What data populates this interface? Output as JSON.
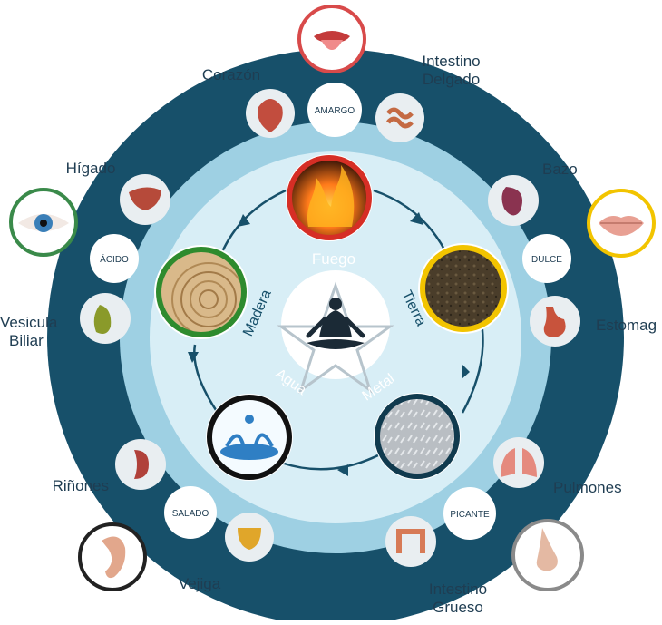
{
  "center": {
    "elements": {
      "fire": "Fuego",
      "earth": "Tierra",
      "metal": "Metal",
      "water": "Agua",
      "wood": "Madera"
    }
  },
  "tastes": {
    "bitter": "AMARGO",
    "sweet": "DULCE",
    "spicy": "PICANTE",
    "salty": "SALADO",
    "sour": "ÁCIDO"
  },
  "organs": {
    "heart": "Corazón",
    "small_intestine_1": "Intestino",
    "small_intestine_2": "Delgado",
    "spleen": "Bazo",
    "stomach": "Estomag",
    "lungs": "Pulmones",
    "large_intestine_1": "Intestino",
    "large_intestine_2": "Grueso",
    "bladder": "Vejiga",
    "kidneys": "Riñones",
    "gallbladder_1": "Vesicula",
    "gallbladder_2": "Biliar",
    "liver": "Hígado"
  },
  "colors": {
    "outer_ring": "#17506a",
    "middle_ring": "#9ed0e3",
    "inner_disc": "#d8eef6",
    "fire_ring": "#d62e25",
    "earth_ring": "#f2c400",
    "metal_ring": "#103a4e",
    "water_ring": "#111111",
    "wood_ring": "#2e8b2e",
    "sense_tongue": "#d84a4a",
    "sense_lips": "#f2c400",
    "sense_nose": "#8a8a8a",
    "sense_ear": "#222222",
    "sense_eye": "#3a8a4a"
  },
  "icons": {
    "center": "meditation-pentagram-icon",
    "senses": [
      "tongue-icon",
      "lips-icon",
      "nose-icon",
      "ear-icon",
      "eye-icon"
    ]
  }
}
